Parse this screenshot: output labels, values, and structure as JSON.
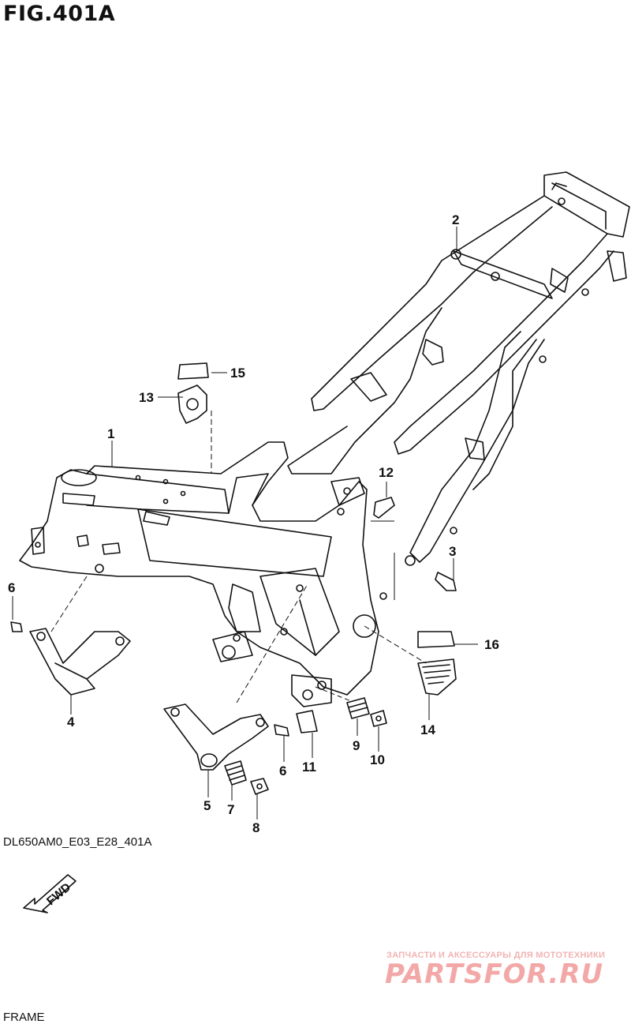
{
  "figure": {
    "title": "FIG.401A",
    "code": "DL650AM0_E03_E28_401A",
    "caption": "FRAME"
  },
  "fwd_label": "FWD",
  "callouts": {
    "c1": "1",
    "c2": "2",
    "c3": "3",
    "c4": "4",
    "c5": "5",
    "c6a": "6",
    "c6b": "6",
    "c7": "7",
    "c8": "8",
    "c9": "9",
    "c10": "10",
    "c11": "11",
    "c12": "12",
    "c13": "13",
    "c14": "14",
    "c15": "15",
    "c16": "16"
  },
  "watermark": {
    "tagline": "ЗАПЧАСТИ И АКСЕССУАРЫ ДЛЯ МОТОТЕХНИКИ",
    "logo": "PARTSFOR.RU"
  }
}
